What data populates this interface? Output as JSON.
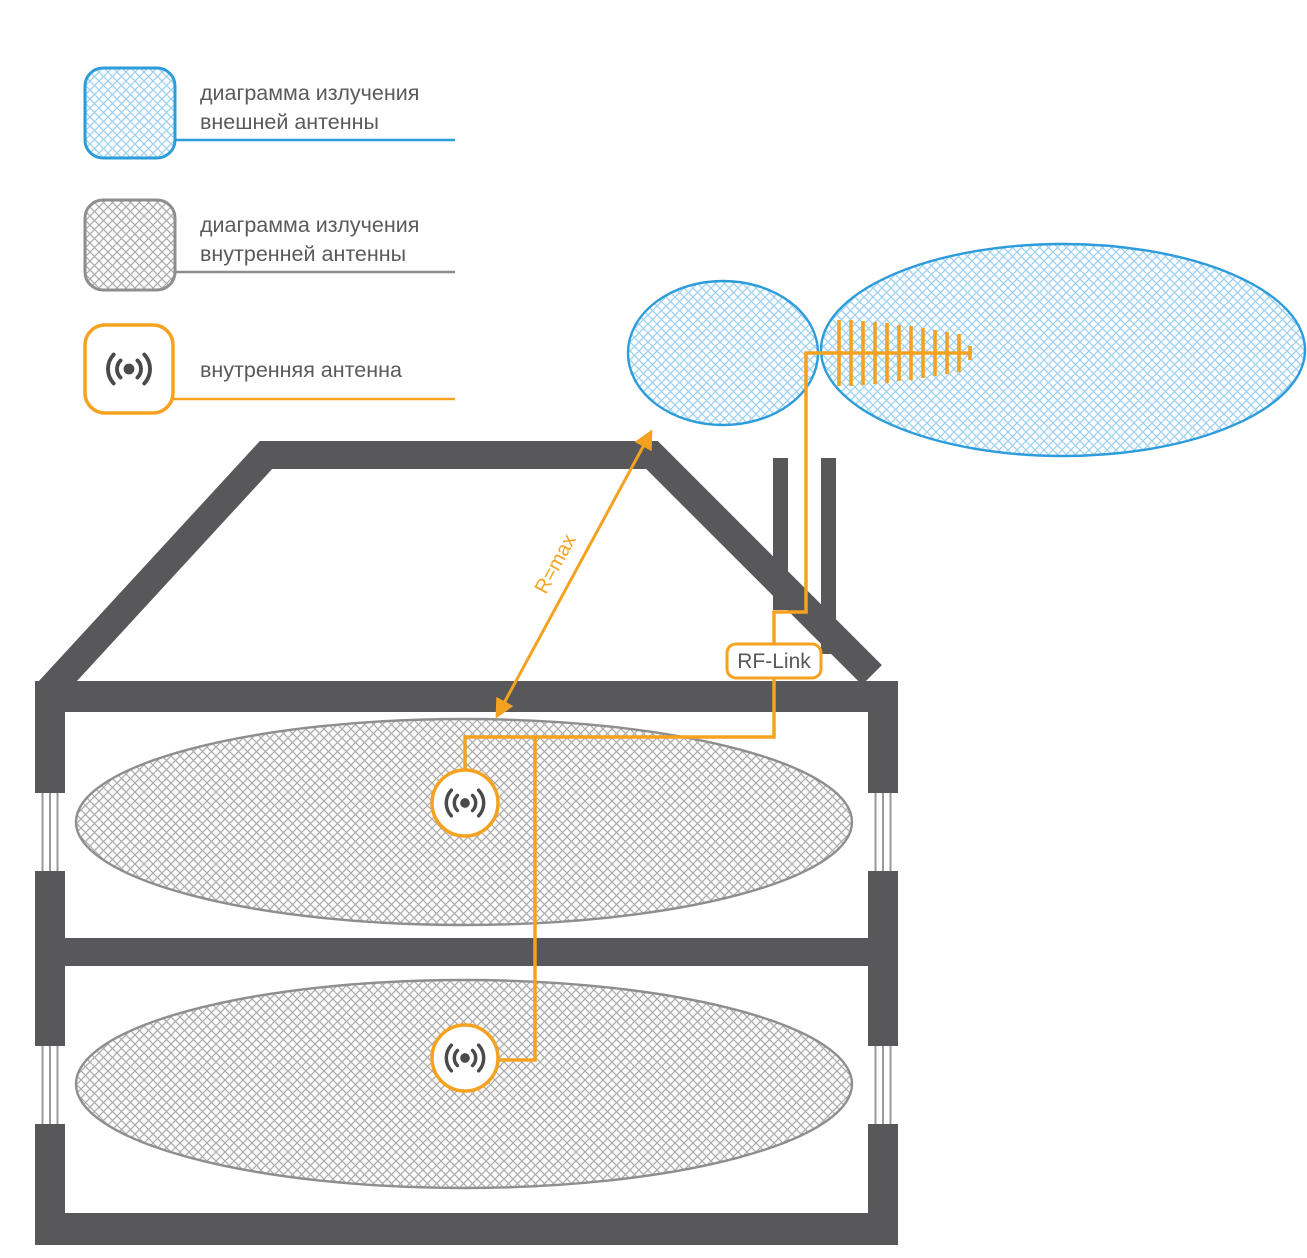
{
  "legend": {
    "items": [
      {
        "icon": "blue-crosshatch-swatch",
        "line1": "диаграмма излучения",
        "line2": "внешней антенны"
      },
      {
        "icon": "gray-crosshatch-swatch",
        "line1": "диаграмма излучения",
        "line2": "внутренней антенны"
      },
      {
        "icon": "indoor-antenna-icon",
        "line1": "внутренняя антенна",
        "line2": ""
      }
    ]
  },
  "labels": {
    "rf_link": "RF-Link",
    "r_max": "R=max"
  },
  "colors": {
    "blue": "#2D9CDB",
    "orange": "#F5A221",
    "wall": "#58585A",
    "gray_line": "#8E8E8E",
    "text": "#5A5A5A",
    "glyph": "#4A4A4C"
  }
}
